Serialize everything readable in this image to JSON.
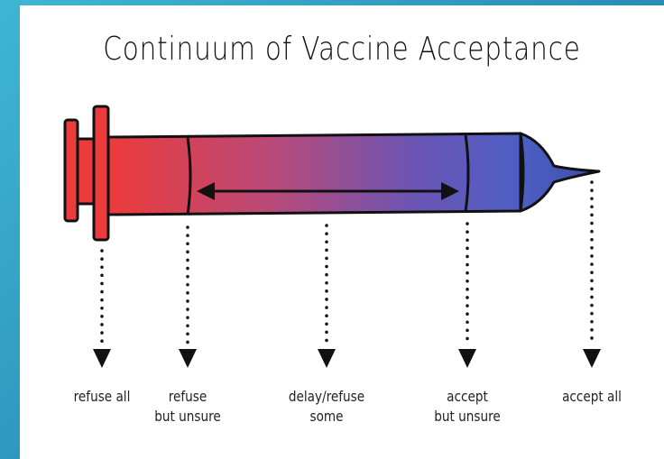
{
  "diagram": {
    "title": "Continuum of Vaccine Acceptance",
    "labels": [
      {
        "line1": "refuse all",
        "line2": ""
      },
      {
        "line1": "refuse",
        "line2": "but unsure"
      },
      {
        "line1": "delay/refuse",
        "line2": "some"
      },
      {
        "line1": "accept",
        "line2": "but unsure"
      },
      {
        "line1": "accept all",
        "line2": ""
      }
    ],
    "colors": {
      "red": "#ec3b3b",
      "blue": "#4d5fc4",
      "outline": "#111111",
      "background": "#2a8fb8"
    }
  }
}
